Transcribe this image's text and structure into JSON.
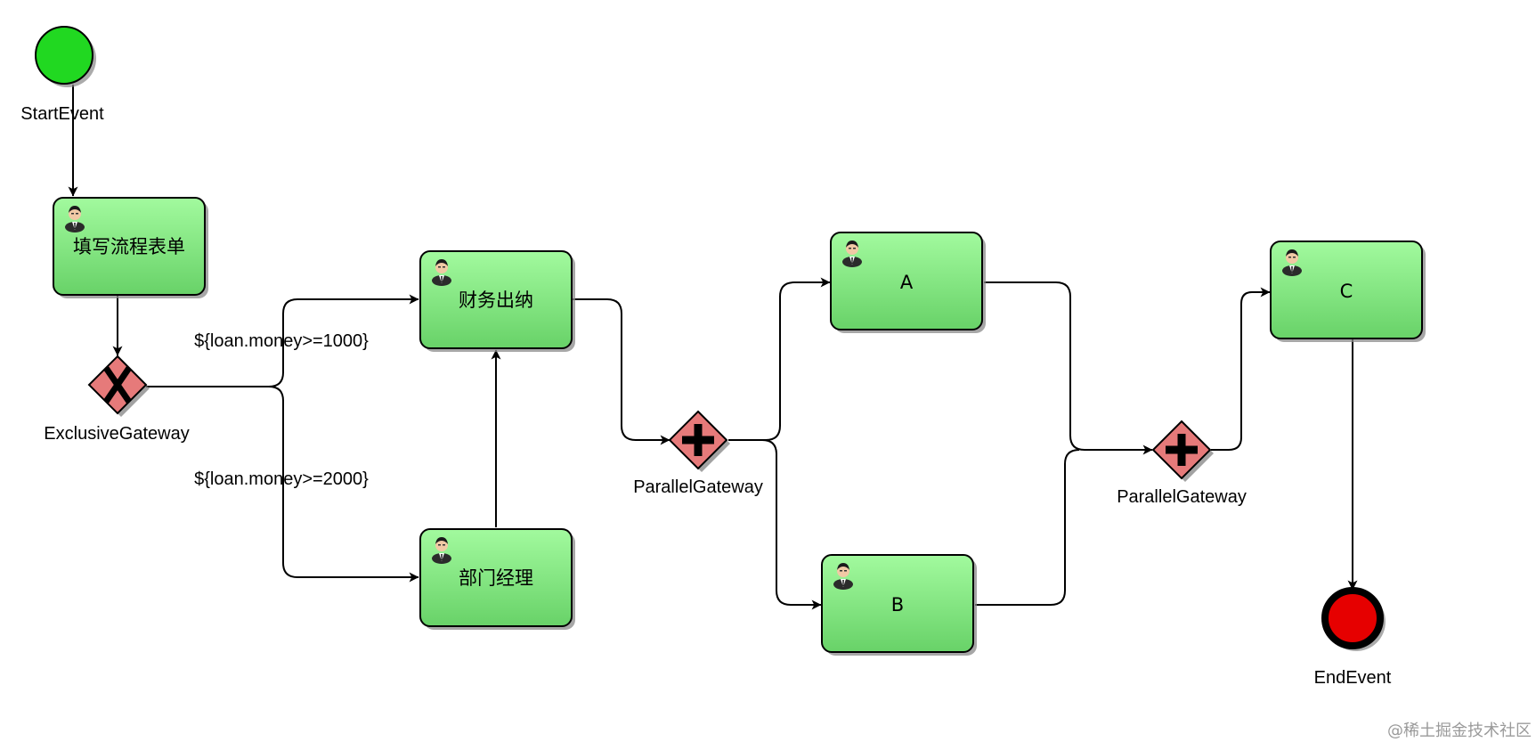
{
  "events": {
    "start": {
      "label": "StartEvent",
      "fill": "#21d821"
    },
    "end": {
      "label": "EndEvent",
      "fill": "#e60000"
    }
  },
  "tasks": {
    "fill_form": {
      "label": "填写流程表单"
    },
    "finance": {
      "label": "财务出纳"
    },
    "dept_manager": {
      "label": "部门经理"
    },
    "task_a": {
      "label": "A"
    },
    "task_b": {
      "label": "B"
    },
    "task_c": {
      "label": "C"
    }
  },
  "gateways": {
    "exclusive": {
      "label": "ExclusiveGateway"
    },
    "parallel_split": {
      "label": "ParallelGateway"
    },
    "parallel_join": {
      "label": "ParallelGateway"
    }
  },
  "conditions": {
    "to_finance": "${loan.money>=1000}",
    "to_manager": "${loan.money>=2000}"
  },
  "watermark": "@稀土掘金技术社区",
  "colors": {
    "task_fill_top": "#9ef79c",
    "task_fill_bottom": "#6bd46b",
    "gateway_fill": "#e67a7a",
    "stroke": "#000000"
  }
}
